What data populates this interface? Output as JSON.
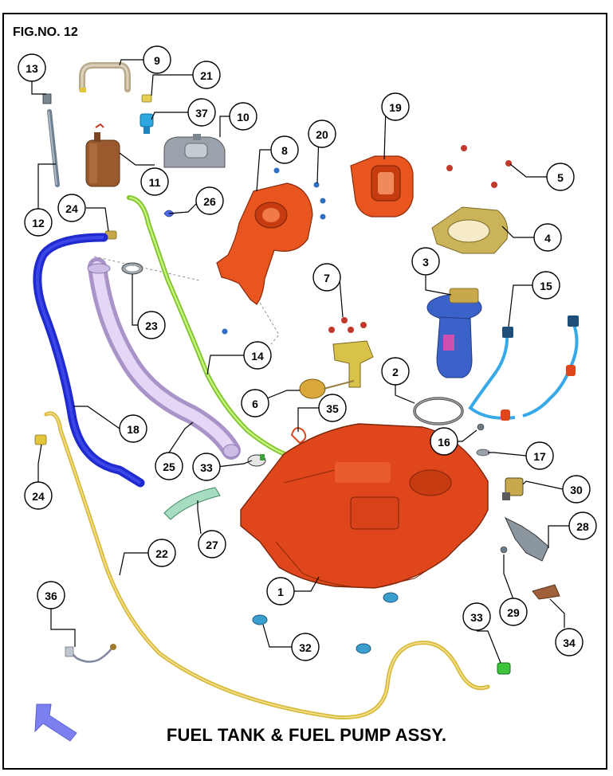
{
  "figure": {
    "label": "FIG.NO. 12",
    "title": "FUEL TANK & FUEL PUMP ASSY."
  },
  "callouts": [
    {
      "id": "c13",
      "text": "13"
    },
    {
      "id": "c9",
      "text": "9"
    },
    {
      "id": "c21",
      "text": "21"
    },
    {
      "id": "c37",
      "text": "37"
    },
    {
      "id": "c10",
      "text": "10"
    },
    {
      "id": "c11",
      "text": "11"
    },
    {
      "id": "c12",
      "text": "12"
    },
    {
      "id": "c8",
      "text": "8"
    },
    {
      "id": "c20",
      "text": "20"
    },
    {
      "id": "c19",
      "text": "19"
    },
    {
      "id": "c5",
      "text": "5"
    },
    {
      "id": "c24a",
      "text": "24"
    },
    {
      "id": "c26",
      "text": "26"
    },
    {
      "id": "c4",
      "text": "4"
    },
    {
      "id": "c3",
      "text": "3"
    },
    {
      "id": "c7",
      "text": "7"
    },
    {
      "id": "c15",
      "text": "15"
    },
    {
      "id": "c23",
      "text": "23"
    },
    {
      "id": "c14",
      "text": "14"
    },
    {
      "id": "c2",
      "text": "2"
    },
    {
      "id": "c6",
      "text": "6"
    },
    {
      "id": "c35",
      "text": "35"
    },
    {
      "id": "c18",
      "text": "18"
    },
    {
      "id": "c16",
      "text": "16"
    },
    {
      "id": "c17",
      "text": "17"
    },
    {
      "id": "c24b",
      "text": "24"
    },
    {
      "id": "c25",
      "text": "25"
    },
    {
      "id": "c33a",
      "text": "33"
    },
    {
      "id": "c30",
      "text": "30"
    },
    {
      "id": "c27",
      "text": "27"
    },
    {
      "id": "c28",
      "text": "28"
    },
    {
      "id": "c22",
      "text": "22"
    },
    {
      "id": "c1",
      "text": "1"
    },
    {
      "id": "c36",
      "text": "36"
    },
    {
      "id": "c33b",
      "text": "33"
    },
    {
      "id": "c29",
      "text": "29"
    },
    {
      "id": "c32",
      "text": "32"
    },
    {
      "id": "c34",
      "text": "34"
    }
  ],
  "colors": {
    "tank": "#e0461b",
    "filler": "#e8551f",
    "breather_hose": "#1f2bd1",
    "filler_pipe": "#d7c3f0",
    "vent_hose": "#9be23a",
    "drain_hose": "#d6b83a",
    "fuel_line": "#37a9e8",
    "pump": "#3a62c9",
    "arrow": "#7b7ff0"
  }
}
